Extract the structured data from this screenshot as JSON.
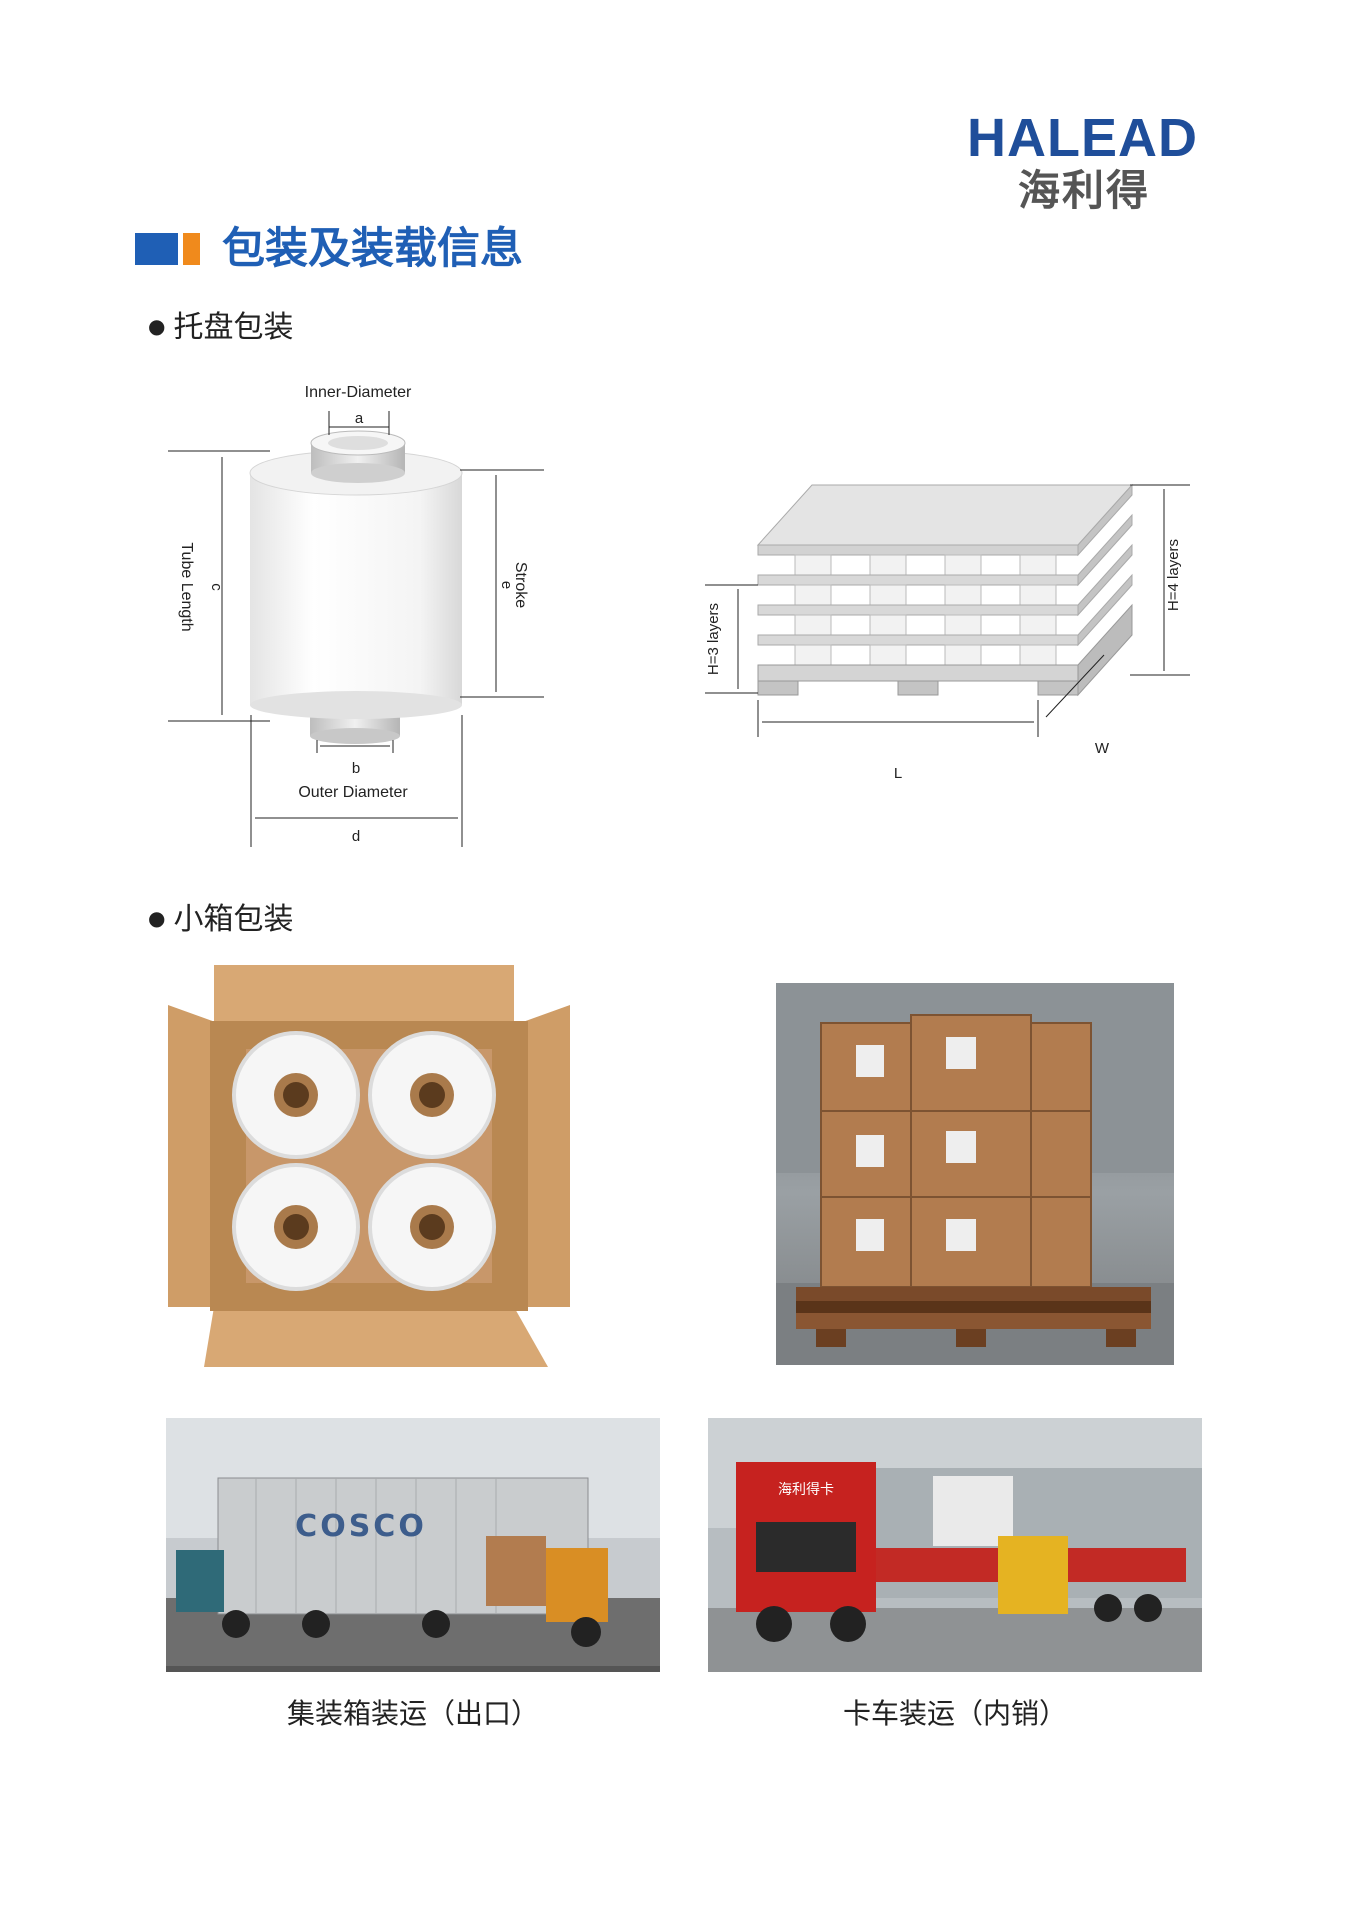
{
  "logo": {
    "en": "HALEAD",
    "cn": "海利得"
  },
  "section": {
    "title": "包装及装载信息"
  },
  "pallet_packaging": {
    "label": "托盘包装",
    "roll": {
      "inner_diameter": "Inner-Diameter",
      "a": "a",
      "tube_length": "Tube Length",
      "c": "c",
      "stroke": "Stroke",
      "e": "e",
      "b": "b",
      "outer_diameter": "Outer Diameter",
      "d": "d"
    },
    "pallet": {
      "h3": "H=3 layers",
      "h4": "H=4 layers",
      "L": "L",
      "W": "W"
    }
  },
  "box_packaging": {
    "label": "小箱包装"
  },
  "photos": {
    "container_text": "COSCO",
    "truck_sign": "海利得卡"
  },
  "captions": {
    "container": "集装箱装运（出口）",
    "truck": "卡车装运（内销）"
  },
  "colors": {
    "brand_blue": "#1f5fb5",
    "brand_orange": "#f08a1c"
  }
}
